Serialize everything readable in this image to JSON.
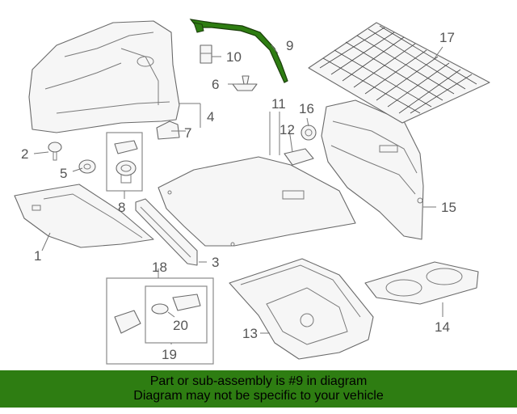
{
  "callouts": [
    "1",
    "2",
    "3",
    "4",
    "5",
    "6",
    "7",
    "8",
    "9",
    "10",
    "11",
    "12",
    "13",
    "14",
    "15",
    "16",
    "17",
    "18",
    "19",
    "20"
  ],
  "highlight_color": "#2e7d12",
  "banner": {
    "line1": "Part or sub-assembly is #9 in diagram",
    "line2": "Diagram may not be specific to your vehicle"
  }
}
